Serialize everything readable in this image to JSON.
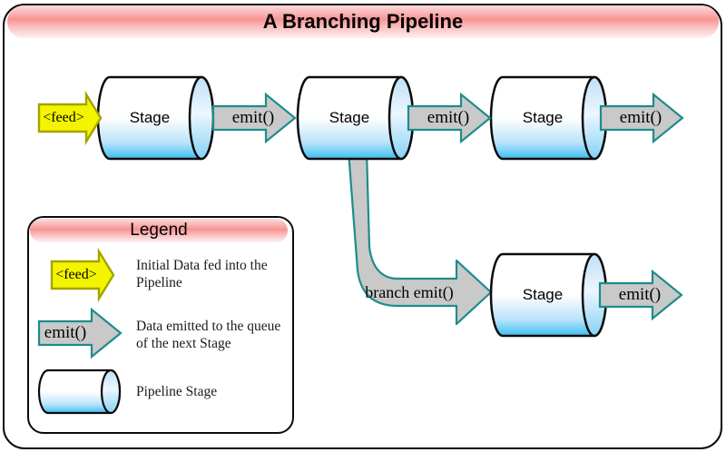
{
  "title": "A Branching Pipeline",
  "pipeline": {
    "stages": [
      {
        "label": "Stage"
      },
      {
        "label": "Stage"
      },
      {
        "label": "Stage"
      },
      {
        "label": "Stage"
      }
    ],
    "feed_arrow": {
      "label": "<feed>"
    },
    "emit_arrows": [
      {
        "label": "emit()"
      },
      {
        "label": "emit()"
      },
      {
        "label": "emit()"
      },
      {
        "label": "emit()"
      }
    ],
    "branch_arrow": {
      "label": "branch emit()"
    }
  },
  "legend": {
    "title": "Legend",
    "items": [
      {
        "symbol": "feed-arrow",
        "symbol_label": "<feed>",
        "caption": "Initial Data fed into the Pipeline"
      },
      {
        "symbol": "emit-arrow",
        "symbol_label": "emit()",
        "caption": "Data emitted to the queue of the next Stage"
      },
      {
        "symbol": "stage-cylinder",
        "symbol_label": "",
        "caption": "Pipeline Stage"
      }
    ]
  },
  "colors": {
    "header_pink": "#f89494",
    "cylinder_blue": "#3cbef3",
    "arrow_gray": "#c9c9c9",
    "arrow_teal_border": "#1d8c8c",
    "feed_yellow": "#f4f400",
    "feed_yellow_border": "#a3a300",
    "frame_border": "#0b0b0b"
  }
}
